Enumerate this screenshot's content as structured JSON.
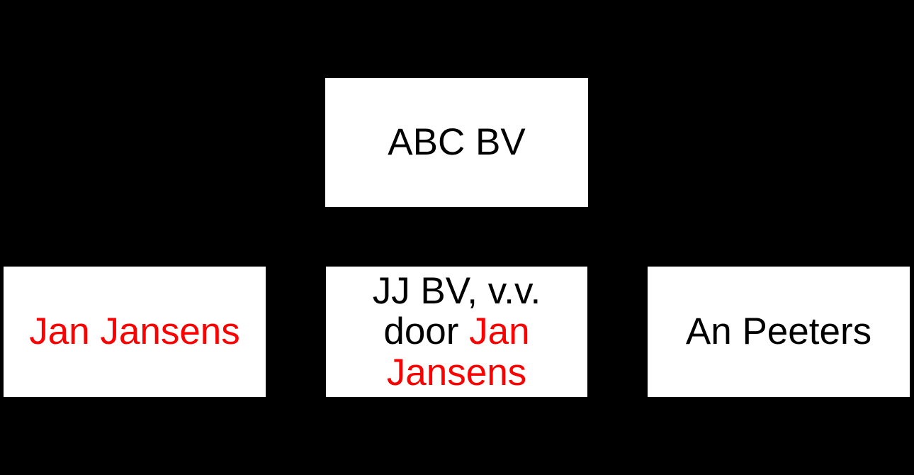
{
  "canvas": {
    "background": "#000000"
  },
  "colors": {
    "default": "#000000",
    "highlight": "#FF0000",
    "node_fill": "#FFFFFF"
  },
  "diagram": {
    "type": "org-chart",
    "nodes": [
      {
        "id": "abc-bv",
        "lines": [
          {
            "segments": [
              {
                "text": "ABC BV",
                "color": "default"
              }
            ]
          }
        ]
      },
      {
        "id": "jan-jansens",
        "lines": [
          {
            "segments": [
              {
                "text": "Jan Jansens",
                "color": "highlight"
              }
            ]
          }
        ]
      },
      {
        "id": "jj-bv-vv-door-jan-jansens",
        "lines": [
          {
            "segments": [
              {
                "text": "JJ BV, v.v.",
                "color": "default"
              }
            ]
          },
          {
            "segments": [
              {
                "text": "door ",
                "color": "default"
              },
              {
                "text": "Jan",
                "color": "highlight"
              }
            ]
          },
          {
            "segments": [
              {
                "text": "Jansens",
                "color": "highlight"
              }
            ]
          }
        ]
      },
      {
        "id": "an-peeters",
        "lines": [
          {
            "segments": [
              {
                "text": "An Peeters",
                "color": "default"
              }
            ]
          }
        ]
      }
    ]
  }
}
